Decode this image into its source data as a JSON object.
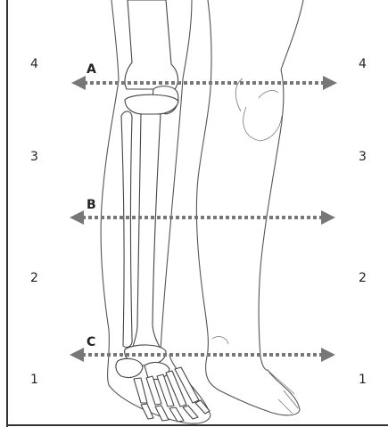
{
  "levels": {
    "left": [
      "4",
      "3",
      "2",
      "1"
    ],
    "right": [
      "4",
      "3",
      "2",
      "1"
    ]
  },
  "lines": [
    {
      "letter": "A"
    },
    {
      "letter": "B"
    },
    {
      "letter": "C"
    }
  ],
  "colors": {
    "frame": "#333333",
    "arrow": "#777777",
    "outline": "#555555"
  }
}
